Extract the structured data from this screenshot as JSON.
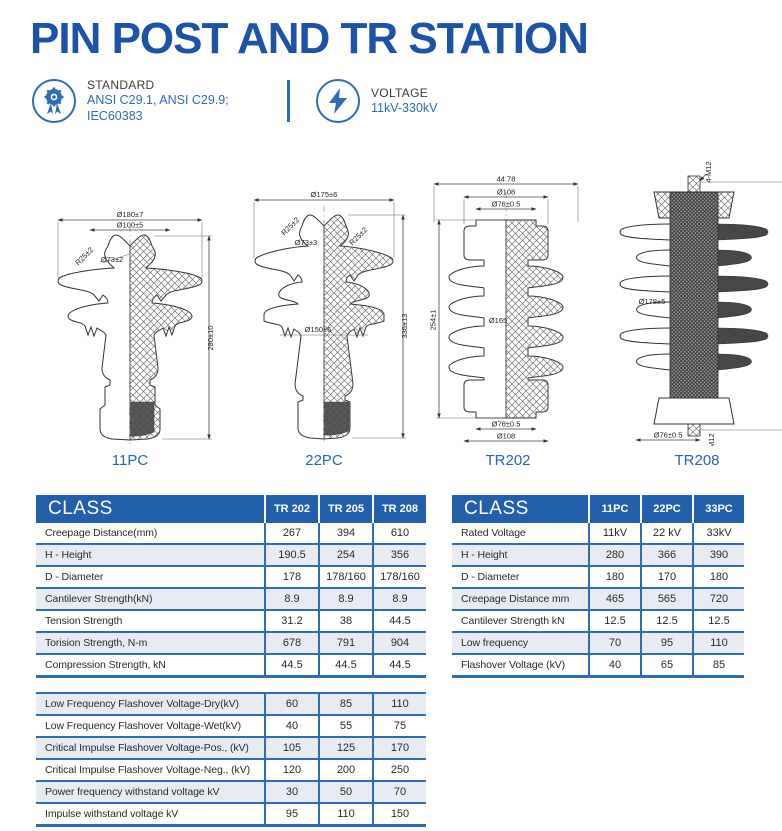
{
  "header": {
    "title": "PIN POST AND TR STATION",
    "standard": {
      "label": "STANDARD",
      "value": "ANSI C29.1, ANSI C29.9; IEC60383"
    },
    "voltage": {
      "label": "VOLTAGE",
      "value": "11kV-330kV"
    }
  },
  "colors": {
    "accent_blue": "#1c53a6",
    "table_header": "#2160ab",
    "table_line": "#2e6cb3",
    "row_shade": "#e8ecf2"
  },
  "drawings": [
    {
      "caption": "11PC",
      "dims": {
        "top1": "Ø180±7",
        "top2": "Ø100±5",
        "neck": "Ø73±2",
        "radius": "R25±2",
        "height": "280±10"
      }
    },
    {
      "caption": "22PC",
      "dims": {
        "top1": "Ø175±6",
        "radius1": "R25±2",
        "neck": "Ø73±3",
        "radius2": "R25±2",
        "mid": "Ø150±6",
        "height": "336±13"
      }
    },
    {
      "caption": "TR202",
      "dims": {
        "top1": "44.78",
        "top2": "Ø108",
        "top3": "Ø76±0.5",
        "mid": "Ø165",
        "height": "254±1",
        "bot1": "Ø76±0.5",
        "bot2": "Ø108"
      }
    },
    {
      "caption": "TR208",
      "dims": {
        "stud_top": "4-M12",
        "mid": "Ø178±5",
        "bot": "Ø76±0.5",
        "stud_bot": "4-M12"
      }
    }
  ],
  "tables": {
    "left": {
      "class_label": "CLASS",
      "columns": [
        "TR 202",
        "TR 205",
        "TR 208"
      ],
      "section1": [
        {
          "label": "Creepage Distance(mm)",
          "values": [
            "267",
            "394",
            "610"
          ]
        },
        {
          "label": "H - Height",
          "values": [
            "190.5",
            "254",
            "356"
          ]
        },
        {
          "label": "D - Diameter",
          "values": [
            "178",
            "178/160",
            "178/160"
          ]
        },
        {
          "label": "Cantilever Strength(kN)",
          "values": [
            "8.9",
            "8.9",
            "8.9"
          ]
        },
        {
          "label": "Tension Strength",
          "values": [
            "31.2",
            "38",
            "44.5"
          ]
        },
        {
          "label": "Torision Strength, N-m",
          "values": [
            "678",
            "791",
            "904"
          ]
        },
        {
          "label": "Compression Strength, kN",
          "values": [
            "44.5",
            "44.5",
            "44.5"
          ]
        }
      ],
      "section2": [
        {
          "label": "Low Frequency Flashover Voltage-Dry(kV)",
          "values": [
            "60",
            "85",
            "110"
          ]
        },
        {
          "label": "Low Frequency Flashover Voltage-Wet(kV)",
          "values": [
            "40",
            "55",
            "75"
          ]
        },
        {
          "label": "Critical Impulse Flashover Voltage-Pos., (kV)",
          "values": [
            "105",
            "125",
            "170"
          ]
        },
        {
          "label": "Critical Impulse Flashover Voltage-Neg., (kV)",
          "values": [
            "120",
            "200",
            "250"
          ]
        },
        {
          "label": "Power frequency withstand voltage  kV",
          "values": [
            "30",
            "50",
            "70"
          ]
        },
        {
          "label": "Impulse withstand voltage kV",
          "values": [
            "95",
            "110",
            "150"
          ]
        }
      ]
    },
    "right": {
      "class_label": "CLASS",
      "columns": [
        "11PC",
        "22PC",
        "33PC"
      ],
      "rows": [
        {
          "label": "Rated Voltage",
          "values": [
            "11kV",
            "22 kV",
            "33kV"
          ]
        },
        {
          "label": "H - Height",
          "values": [
            "280",
            "366",
            "390"
          ]
        },
        {
          "label": "D - Diameter",
          "values": [
            "180",
            "170",
            "180"
          ]
        },
        {
          "label": "Creepage Distance mm",
          "values": [
            "465",
            "565",
            "720"
          ]
        },
        {
          "label": "Cantilever Strength kN",
          "values": [
            "12.5",
            "12.5",
            "12.5"
          ]
        },
        {
          "label": "Low frequency",
          "values": [
            "70",
            "95",
            "110"
          ]
        },
        {
          "label": "Flashover Voltage (kV)",
          "values": [
            "40",
            "65",
            "85"
          ]
        }
      ]
    }
  }
}
